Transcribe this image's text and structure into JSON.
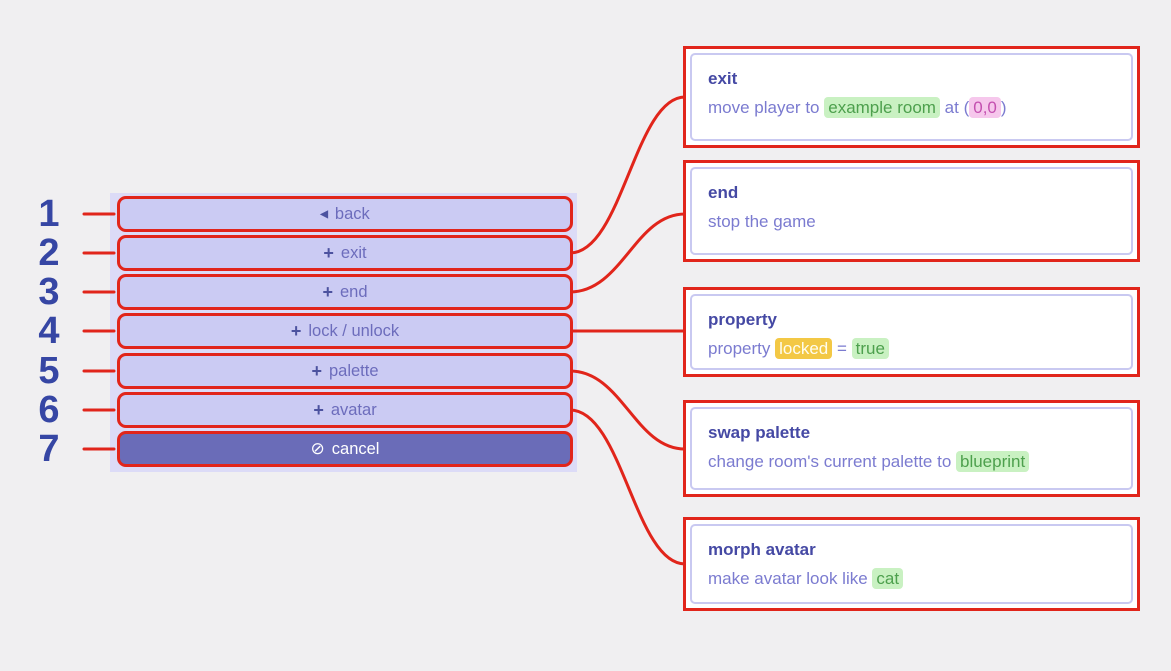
{
  "colors": {
    "page_bg": "#f0eff1",
    "panel_bg": "#dcdbf7",
    "button_bg": "#cbcbf3",
    "button_text": "#6c6cbc",
    "button_primary_bg": "#6a6cb8",
    "button_primary_text": "#ffffff",
    "icon_color": "#4c529f",
    "annotation_red": "#e1251b",
    "annotation_blue": "#3646a4",
    "card_border": "#c9c9f1",
    "card_title_text": "#4549a4",
    "card_body_text": "#7b7bd0",
    "hl_green_bg": "#c9f1c2",
    "hl_green_text": "#4da04d",
    "hl_pink_bg": "#f6c7ec",
    "hl_pink_text": "#c44fb0",
    "hl_gold_bg": "#f3c845",
    "hl_gold_text": "#fffdee"
  },
  "icons": {
    "back": "◀",
    "plus": "+",
    "cancel": "⊘"
  },
  "menu": {
    "items": [
      {
        "number": "1",
        "icon": "back",
        "label": "back",
        "variant": "normal"
      },
      {
        "number": "2",
        "icon": "plus",
        "label": "exit",
        "variant": "normal"
      },
      {
        "number": "3",
        "icon": "plus",
        "label": "end",
        "variant": "normal"
      },
      {
        "number": "4",
        "icon": "plus",
        "label": "lock / unlock",
        "variant": "normal"
      },
      {
        "number": "5",
        "icon": "plus",
        "label": "palette",
        "variant": "normal"
      },
      {
        "number": "6",
        "icon": "plus",
        "label": "avatar",
        "variant": "normal"
      },
      {
        "number": "7",
        "icon": "cancel",
        "label": "cancel",
        "variant": "primary"
      }
    ]
  },
  "cards": [
    {
      "title": "exit",
      "linked_button": "exit",
      "segments": [
        {
          "text": "move player to "
        },
        {
          "text": "example room",
          "highlight": "green"
        },
        {
          "text": " at ("
        },
        {
          "text": "0,0",
          "highlight": "pink"
        },
        {
          "text": ")"
        }
      ]
    },
    {
      "title": "end",
      "linked_button": "end",
      "segments": [
        {
          "text": "stop the game"
        }
      ]
    },
    {
      "title": "property",
      "linked_button": "lock / unlock",
      "segments": [
        {
          "text": "property "
        },
        {
          "text": "locked",
          "highlight": "gold"
        },
        {
          "text": " = "
        },
        {
          "text": "true",
          "highlight": "green"
        }
      ]
    },
    {
      "title": "swap palette",
      "linked_button": "palette",
      "segments": [
        {
          "text": "change room's current palette to "
        },
        {
          "text": "blueprint",
          "highlight": "green"
        }
      ]
    },
    {
      "title": "morph avatar",
      "linked_button": "avatar",
      "segments": [
        {
          "text": "make avatar look like "
        },
        {
          "text": "cat",
          "highlight": "green"
        }
      ]
    }
  ]
}
